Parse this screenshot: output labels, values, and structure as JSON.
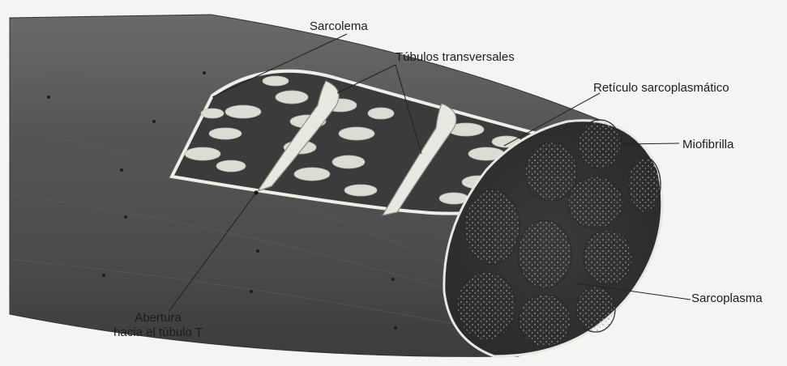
{
  "labels": {
    "sarcolema": "Sarcolema",
    "tubulos": "Túbulos transversales",
    "reticulo": "Retículo sarcoplasmático",
    "miofibrilla": "Miofibrilla",
    "sarcoplasma": "Sarcoplasma",
    "abertura_1": "Abertura",
    "abertura_2": "hacia el túbulo T"
  },
  "colors": {
    "fiber_dark": "#4a4a4a",
    "fiber_mid": "#606060",
    "reticulum_fill": "#e2e2dc",
    "myofibril_fill": "#e6e6e0",
    "sarcoplasm": "#3a3a3a"
  }
}
